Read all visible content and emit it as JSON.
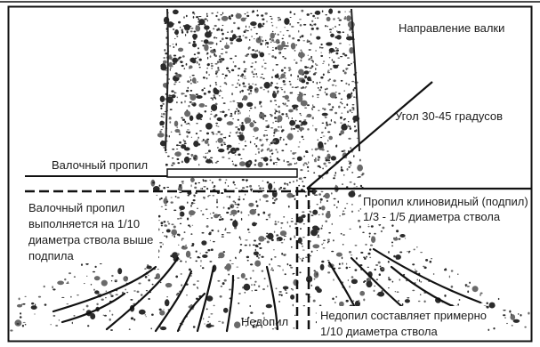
{
  "labels": {
    "direction": "Направление валки",
    "angle": "Угол 30-45 градусов",
    "felling_cut": "Валочный пропил",
    "felling_note": [
      "Валочный пропил",
      "выполняется на 1/10",
      "диаметра ствола выше",
      "подпила"
    ],
    "wedge_cut": [
      "Пропил клиновидный (подпил)",
      "1/3 - 1/5 диаметра ствола"
    ],
    "hinge": "Недопил",
    "hinge_note": [
      "Недопил составляет примерно",
      "1/10 диаметра ствола"
    ]
  },
  "colors": {
    "ink": "#111111",
    "bark": "#3a3a3a",
    "background": "#ffffff"
  }
}
